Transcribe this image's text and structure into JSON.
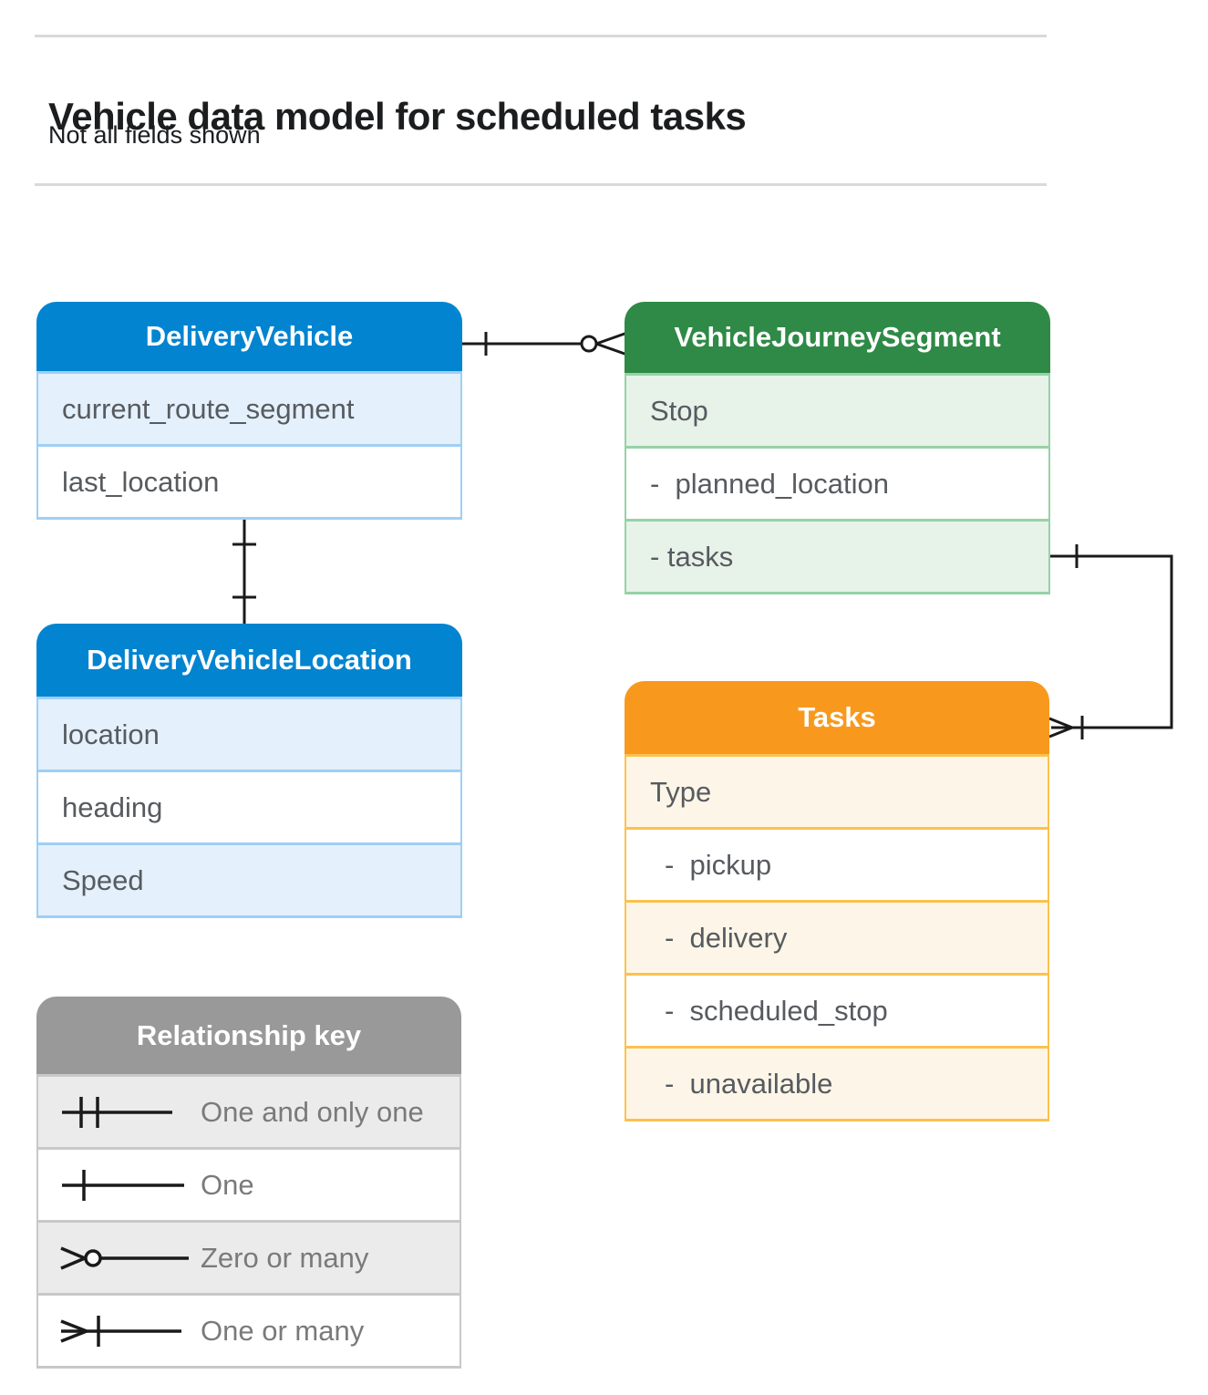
{
  "page": {
    "title": "Vehicle data model for scheduled tasks",
    "subtitle": "Not all fields shown"
  },
  "palette": {
    "blue_header": "#0284D0",
    "blue_border": "#9ECFF5",
    "blue_tint": "#E4F0FB",
    "green_header": "#2E8A46",
    "green_border": "#96D2A6",
    "green_tint": "#E7F2E9",
    "orange_header": "#F8991D",
    "orange_border": "#FCC14E",
    "orange_tint": "#FDF6E8",
    "gray_header": "#999999",
    "gray_border": "#C8C8C8",
    "gray_tint": "#EBEBEB",
    "field_text": "#575B60",
    "connector": "#1A1A1A"
  },
  "entities": {
    "delivery_vehicle": {
      "title": "DeliveryVehicle",
      "fields": [
        "current_route_segment",
        "last_location"
      ]
    },
    "vehicle_journey_segment": {
      "title": "VehicleJourneySegment",
      "fields": [
        "Stop",
        "-  planned_location",
        "- tasks"
      ]
    },
    "delivery_vehicle_location": {
      "title": "DeliveryVehicleLocation",
      "fields": [
        "location",
        "heading",
        "Speed"
      ]
    },
    "tasks": {
      "title": "Tasks",
      "fields": [
        "Type",
        "-  pickup",
        "-  delivery",
        "-  scheduled_stop",
        "-  unavailable"
      ]
    }
  },
  "relationships": [
    {
      "from": "DeliveryVehicle",
      "to": "VehicleJourneySegment",
      "from_end": "one",
      "to_end": "zero or many"
    },
    {
      "from": "DeliveryVehicle",
      "to": "DeliveryVehicleLocation",
      "from_end": "one",
      "to_end": "one"
    },
    {
      "from": "VehicleJourneySegment.tasks",
      "to": "Tasks",
      "from_end": "one",
      "to_end": "one or many"
    }
  ],
  "legend": {
    "title": "Relationship key",
    "items": [
      "One and only one",
      "One",
      "Zero or many",
      "One or many"
    ]
  }
}
